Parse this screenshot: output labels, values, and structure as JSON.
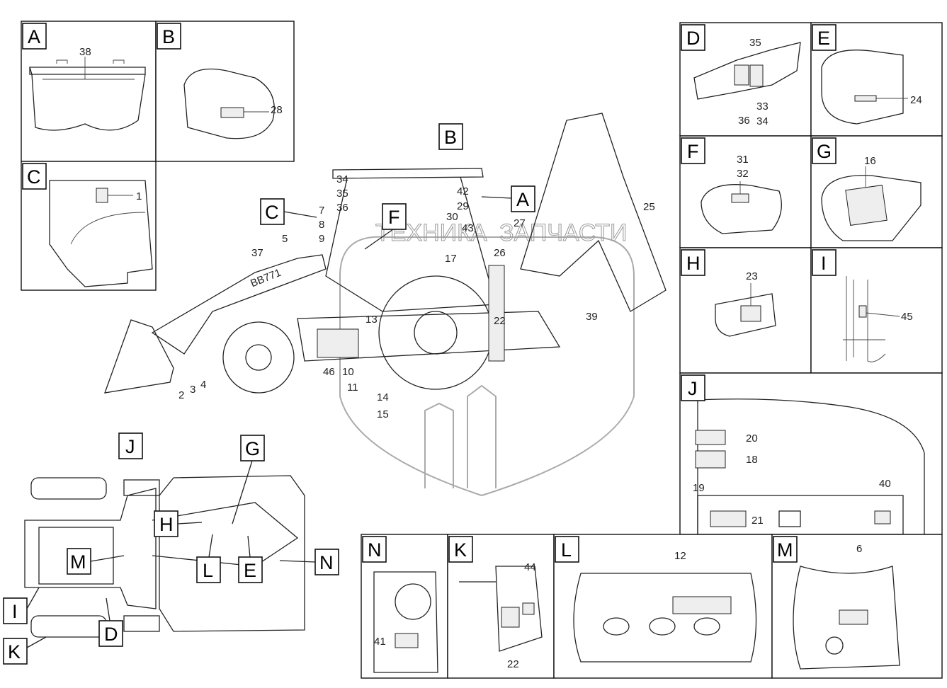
{
  "watermark": {
    "left": "ТЕХНИКА",
    "right": "ЗАПЧАСТИ"
  },
  "detail_panels": [
    {
      "letter": "A",
      "callouts": [
        "38"
      ]
    },
    {
      "letter": "B",
      "callouts": [
        "28"
      ]
    },
    {
      "letter": "C",
      "callouts": [
        "1"
      ]
    },
    {
      "letter": "D",
      "callouts": [
        "35",
        "36",
        "33",
        "34"
      ]
    },
    {
      "letter": "E",
      "callouts": [
        "24"
      ]
    },
    {
      "letter": "F",
      "callouts": [
        "31",
        "32"
      ]
    },
    {
      "letter": "G",
      "callouts": [
        "16"
      ]
    },
    {
      "letter": "H",
      "callouts": [
        "23"
      ]
    },
    {
      "letter": "I",
      "callouts": [
        "45"
      ]
    },
    {
      "letter": "J",
      "callouts": [
        "20",
        "18",
        "19",
        "40",
        "21"
      ]
    },
    {
      "letter": "N",
      "callouts": [
        "41"
      ]
    },
    {
      "letter": "K",
      "callouts": [
        "44",
        "22"
      ]
    },
    {
      "letter": "L",
      "callouts": [
        "12"
      ]
    },
    {
      "letter": "M",
      "callouts": [
        "6"
      ]
    }
  ],
  "side_view": {
    "letter_markers": [
      "B",
      "A",
      "C",
      "F"
    ],
    "callouts": [
      "34",
      "35",
      "36",
      "7",
      "8",
      "9",
      "5",
      "37",
      "42",
      "29",
      "30",
      "43",
      "27",
      "17",
      "26",
      "25",
      "22",
      "39",
      "13",
      "46",
      "10",
      "11",
      "14",
      "15",
      "2",
      "3",
      "4"
    ],
    "model_badge": "BB771"
  },
  "top_view": {
    "letter_markers": [
      "J",
      "G",
      "H",
      "M",
      "L",
      "E",
      "N",
      "I",
      "D",
      "K"
    ]
  }
}
